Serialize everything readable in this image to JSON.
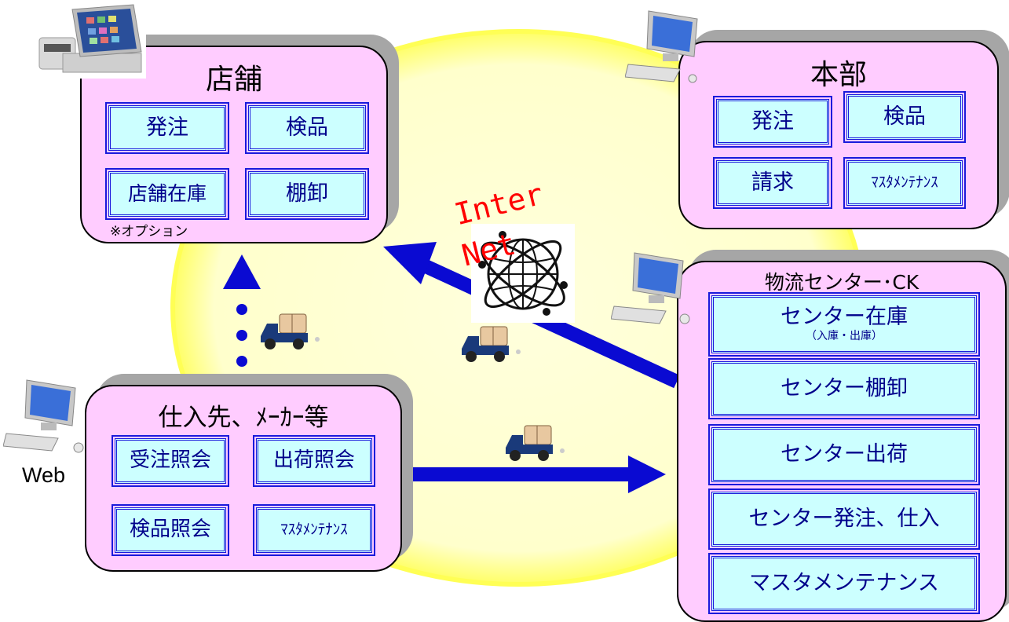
{
  "store": {
    "title": "店舗",
    "functions": [
      "発注",
      "検品",
      "店舗在庫",
      "棚卸"
    ],
    "note": "※オプション"
  },
  "hq": {
    "title": "本部",
    "functions": [
      "発注",
      "検品",
      "請求",
      "ﾏｽﾀﾒﾝﾃﾅﾝｽ"
    ]
  },
  "logistics": {
    "title": "物流センター･CK",
    "functions": [
      {
        "label": "センター在庫",
        "sub": "（入庫・出庫）"
      },
      {
        "label": "センター棚卸"
      },
      {
        "label": "センター出荷"
      },
      {
        "label": "センター発注、仕入"
      },
      {
        "label": "マスタメンテナンス"
      }
    ]
  },
  "supplier": {
    "title": "仕入先、ﾒｰｶｰ等",
    "functions": [
      "受注照会",
      "出荷照会",
      "検品照会",
      "ﾏｽﾀﾒﾝﾃﾅﾝｽ"
    ],
    "access_label": "Web"
  },
  "internet": {
    "line1": "Inter",
    "line2": "Net"
  },
  "colors": {
    "group_fill": "#ffccff",
    "function_fill": "#ccffff",
    "function_border": "#1a1adc",
    "arrow": "#0a0ad2",
    "background_circle": "#ffffcc",
    "circle_edge": "#ffff66",
    "internet_text": "#ff0000"
  },
  "icons": [
    "pos-terminal-icon",
    "computer-icon",
    "globe-icon",
    "delivery-truck-icon"
  ]
}
